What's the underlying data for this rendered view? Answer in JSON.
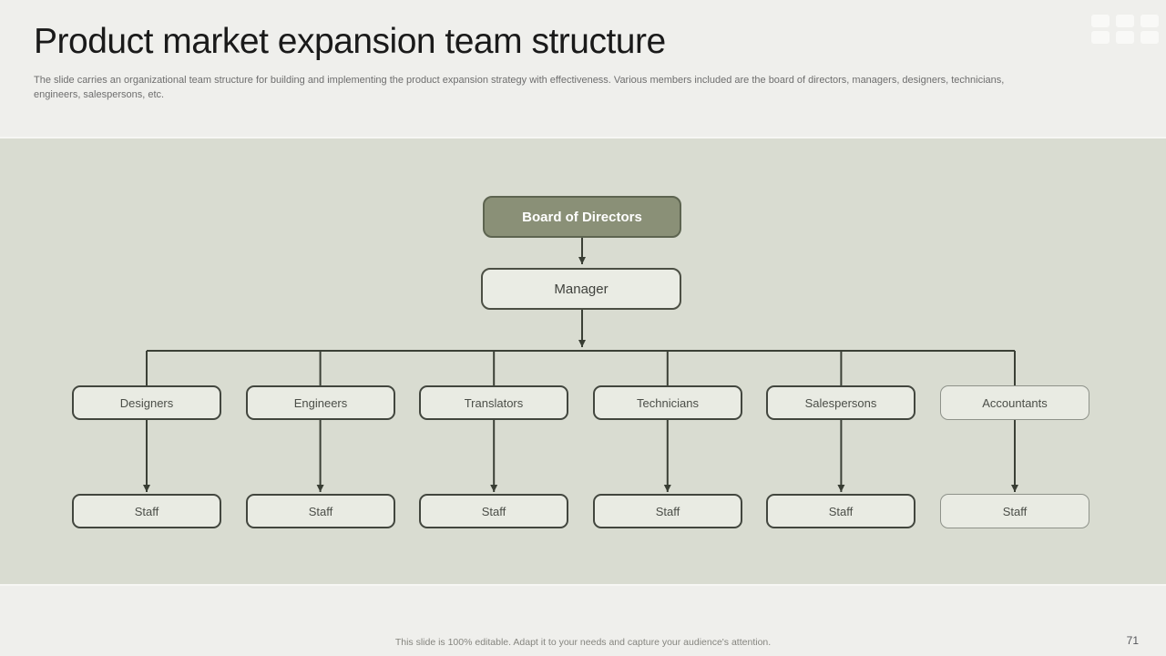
{
  "header": {
    "title": "Product market expansion team structure",
    "description_lines": [
      "The slide carries an organizational team structure for building and implementing the product expansion strategy with effectiveness. Various members included are the board of directors, managers, designers, technicians,",
      "engineers, salespersons, etc."
    ]
  },
  "org_chart": {
    "root": {
      "label": "Board of Directors"
    },
    "manager": {
      "label": "Manager"
    },
    "columns": [
      {
        "label": "Designers",
        "staff_label": "Staff"
      },
      {
        "label": "Engineers",
        "staff_label": "Staff"
      },
      {
        "label": "Translators",
        "staff_label": "Staff"
      },
      {
        "label": "Technicians",
        "staff_label": "Staff"
      },
      {
        "label": "Salespersons",
        "staff_label": "Staff"
      },
      {
        "label": "Accountants",
        "staff_label": "Staff"
      }
    ]
  },
  "footer": {
    "note": "This slide is 100% editable. Adapt it to your needs and capture your audience's attention.",
    "page_number": "71"
  },
  "colors": {
    "slide_background": "#efefec",
    "chart_background": "#d9dcd1",
    "accent_green": "#8a9077",
    "node_fill": "#e9ebe3",
    "connector": "#3b4036"
  },
  "icons": {
    "watermark": "watermark-dots-icon"
  }
}
